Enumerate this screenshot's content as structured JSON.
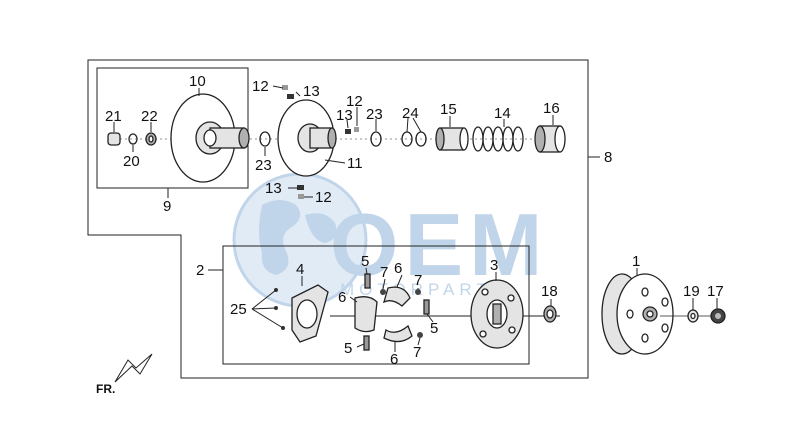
{
  "diagram": {
    "frame_label": "FR.",
    "watermark": {
      "brand": "OEM",
      "sub": "MOTORPARTS",
      "color": "#8fb3d9"
    },
    "colors": {
      "line": "#222222",
      "part_fill": "#e4e4e4",
      "part_dark": "#b0b0b0"
    },
    "callouts": [
      {
        "id": "c1",
        "text": "1"
      },
      {
        "id": "c2",
        "text": "2"
      },
      {
        "id": "c3",
        "text": "3"
      },
      {
        "id": "c4",
        "text": "4"
      },
      {
        "id": "c5a",
        "text": "5"
      },
      {
        "id": "c5b",
        "text": "5"
      },
      {
        "id": "c5c",
        "text": "5"
      },
      {
        "id": "c6a",
        "text": "6"
      },
      {
        "id": "c6b",
        "text": "6"
      },
      {
        "id": "c6c",
        "text": "6"
      },
      {
        "id": "c7a",
        "text": "7"
      },
      {
        "id": "c7b",
        "text": "7"
      },
      {
        "id": "c7c",
        "text": "7"
      },
      {
        "id": "c8",
        "text": "8"
      },
      {
        "id": "c9",
        "text": "9"
      },
      {
        "id": "c10",
        "text": "10"
      },
      {
        "id": "c11",
        "text": "11"
      },
      {
        "id": "c12a",
        "text": "12"
      },
      {
        "id": "c12b",
        "text": "12"
      },
      {
        "id": "c12c",
        "text": "12"
      },
      {
        "id": "c13a",
        "text": "13"
      },
      {
        "id": "c13b",
        "text": "13"
      },
      {
        "id": "c13c",
        "text": "13"
      },
      {
        "id": "c14",
        "text": "14"
      },
      {
        "id": "c15",
        "text": "15"
      },
      {
        "id": "c16",
        "text": "16"
      },
      {
        "id": "c17",
        "text": "17"
      },
      {
        "id": "c18",
        "text": "18"
      },
      {
        "id": "c19",
        "text": "19"
      },
      {
        "id": "c20",
        "text": "20"
      },
      {
        "id": "c21",
        "text": "21"
      },
      {
        "id": "c22",
        "text": "22"
      },
      {
        "id": "c23a",
        "text": "23"
      },
      {
        "id": "c23b",
        "text": "23"
      },
      {
        "id": "c24",
        "text": "24"
      },
      {
        "id": "c25",
        "text": "25"
      }
    ]
  }
}
